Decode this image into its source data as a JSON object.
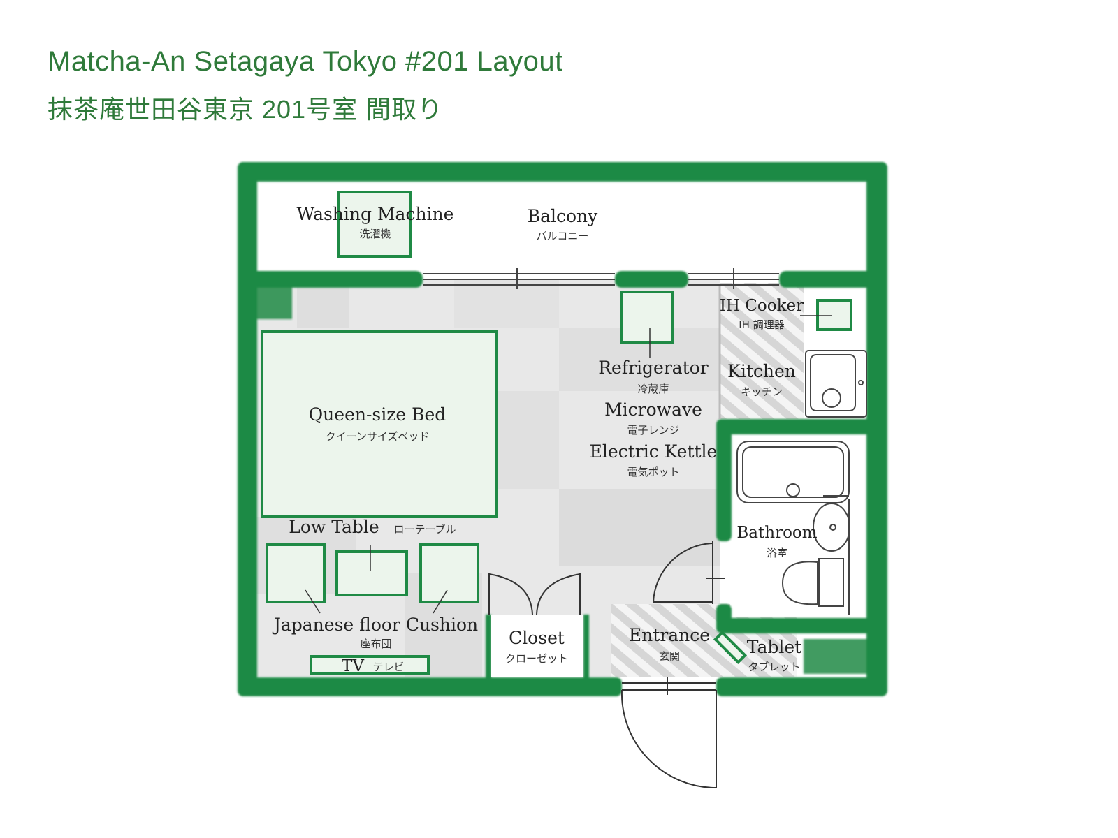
{
  "header": {
    "title_en": "Matcha-An Setagaya Tokyo #201 Layout",
    "title_ja": "抹茶庵世田谷東京 201号室 間取り"
  },
  "colors": {
    "wall": "#1f8a45",
    "furniture_fill": "#ecf5ec",
    "tatami_light": "#eaeaea",
    "tatami_dark": "#dddddd",
    "hatch": "#d4d4d4"
  },
  "rooms": {
    "balcony": {
      "en": "Balcony",
      "ja": "バルコニー"
    },
    "washing_machine": {
      "en": "Washing Machine",
      "ja": "洗濯機"
    },
    "ih_cooker": {
      "en": "IH Cooker",
      "ja": "IH 調理器"
    },
    "kitchen": {
      "en": "Kitchen",
      "ja": "キッチン"
    },
    "refrigerator": {
      "en": "Refrigerator",
      "ja": "冷蔵庫"
    },
    "microwave": {
      "en": "Microwave",
      "ja": "電子レンジ"
    },
    "electric_kettle": {
      "en": "Electric Kettle",
      "ja": "電気ポット"
    },
    "bed": {
      "en": "Queen-size Bed",
      "ja": "クイーンサイズベッド"
    },
    "low_table": {
      "en": "Low Table",
      "ja": "ローテーブル"
    },
    "cushion": {
      "en": "Japanese floor Cushion",
      "ja": "座布団"
    },
    "tv": {
      "en": "TV",
      "ja": "テレビ"
    },
    "closet": {
      "en": "Closet",
      "ja": "クローゼット"
    },
    "entrance": {
      "en": "Entrance",
      "ja": "玄関"
    },
    "tablet": {
      "en": "Tablet",
      "ja": "タブレット"
    },
    "bathroom": {
      "en": "Bathroom",
      "ja": "浴室"
    }
  }
}
